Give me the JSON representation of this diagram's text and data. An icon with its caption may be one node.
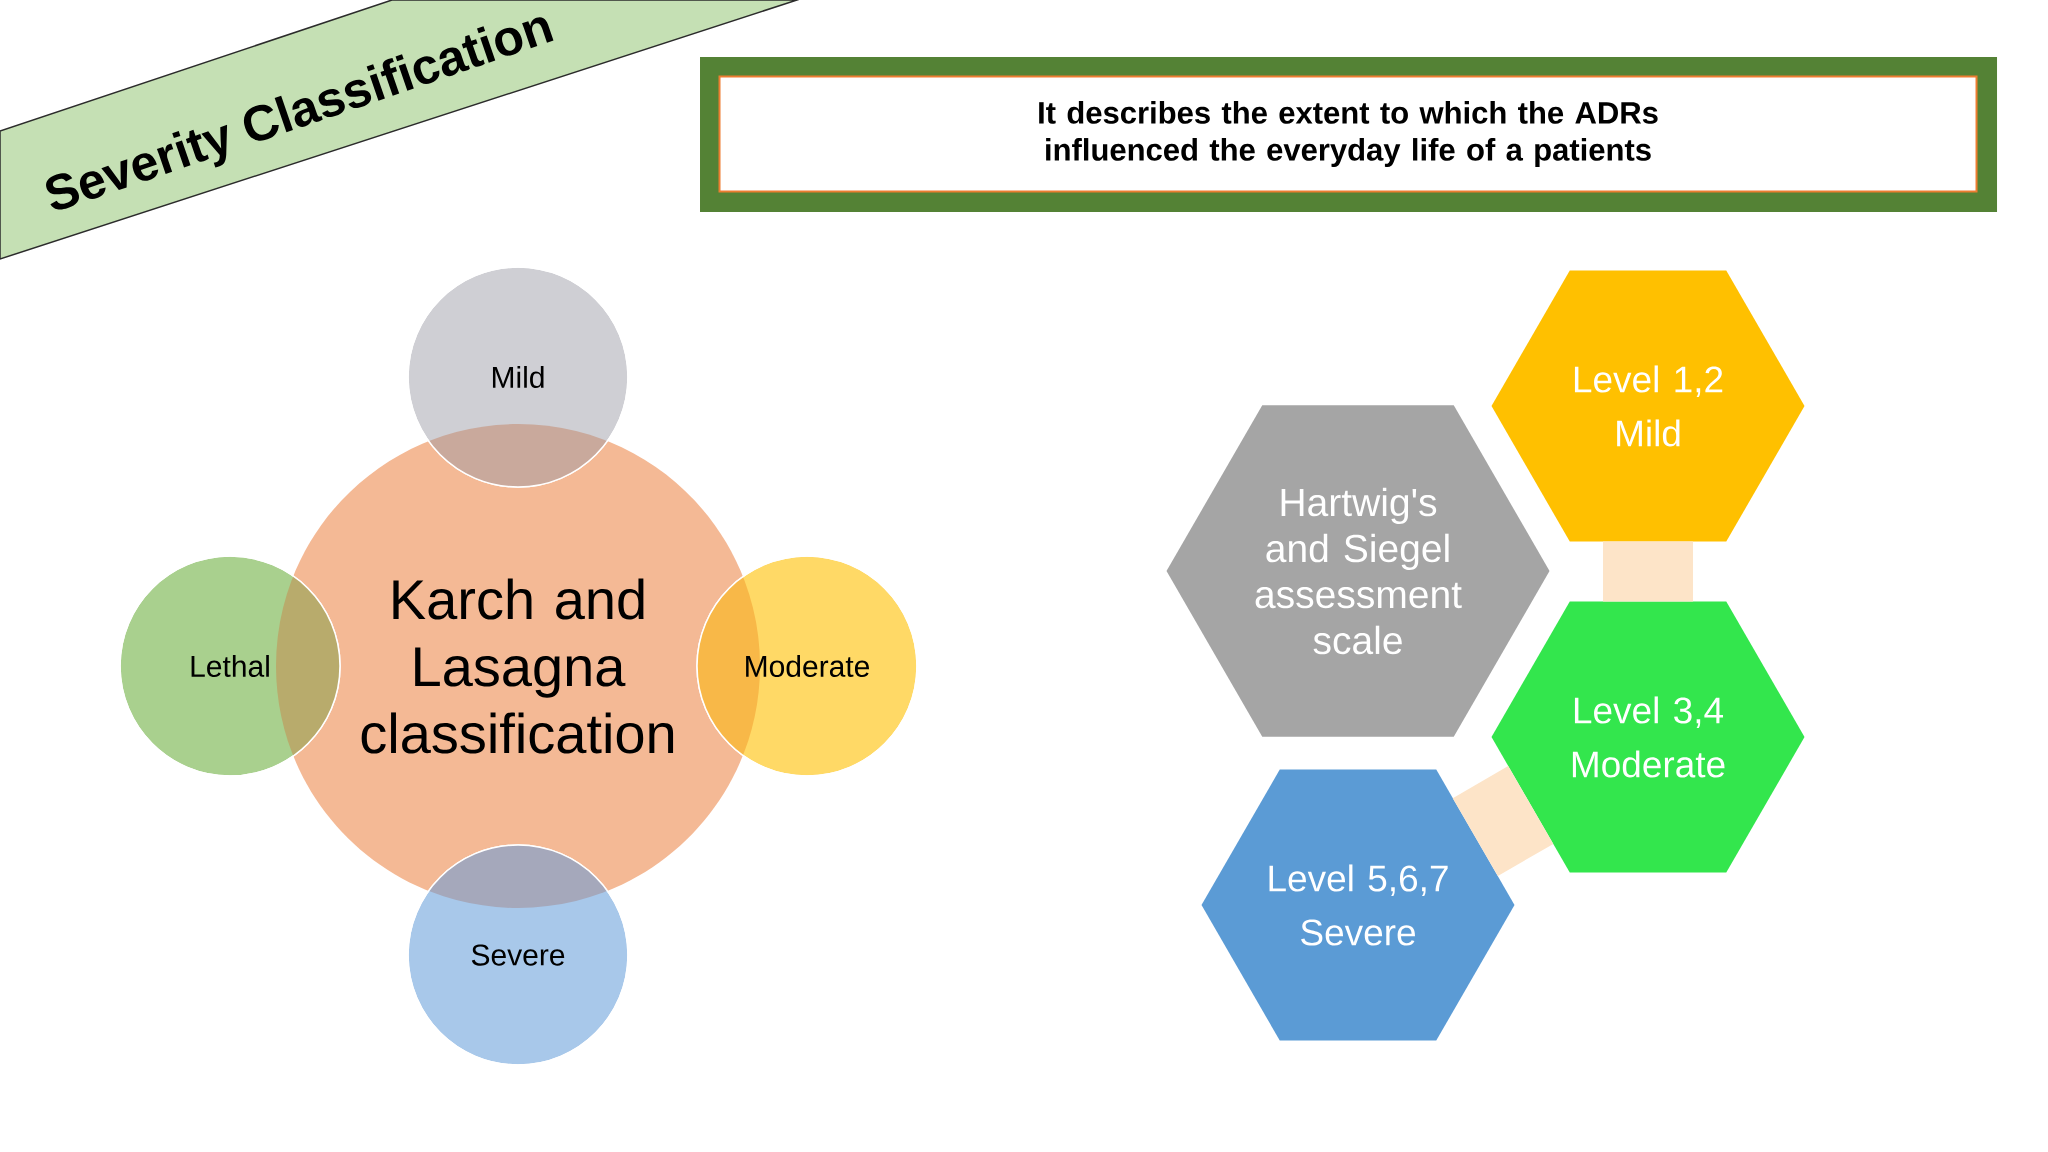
{
  "diagram": {
    "title": "Severity Classification",
    "nodes": [
      {
        "text": [
          "It describes the extent to which the ADRs influenced the everyday life of a patients"
        ]
      },
      {
        "text": [
          "Karch and Lasagna classification"
        ]
      },
      {
        "text": [
          "Mild"
        ]
      },
      {
        "text": [
          "Lethal"
        ]
      },
      {
        "text": [
          "Moderate"
        ]
      },
      {
        "text": [
          "Severe"
        ]
      },
      {
        "text": [
          "Hartwig's and Siegel assessment scale"
        ]
      },
      {
        "text": [
          "Level 1,2",
          "Mild"
        ]
      },
      {
        "text": [
          "Level 3,4",
          "Moderate"
        ]
      },
      {
        "text": [
          "Level 5,6,7",
          "Severe"
        ]
      }
    ],
    "edges": [
      {
        "from": 7,
        "to": 8,
        "arrow": "none"
      },
      {
        "from": 8,
        "to": 9,
        "arrow": "none"
      }
    ]
  }
}
